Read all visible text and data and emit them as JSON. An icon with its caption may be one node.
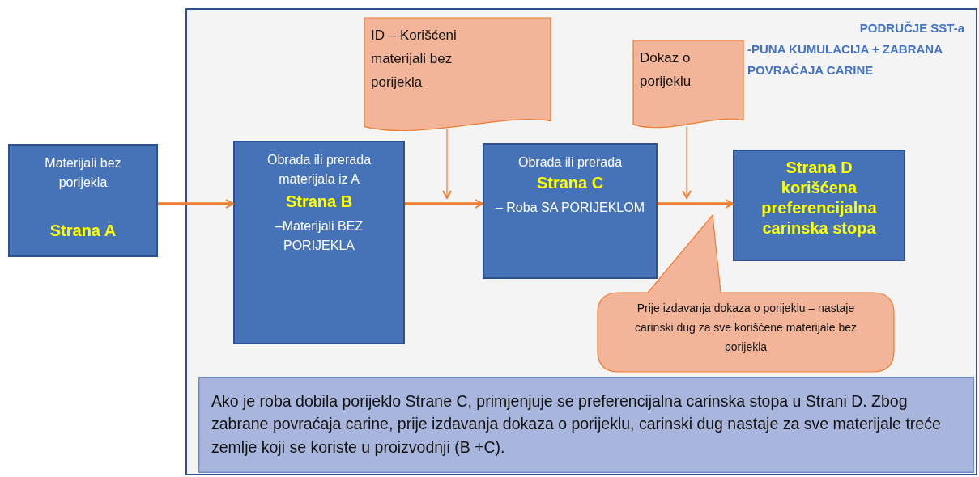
{
  "diagram": {
    "nodes": [
      {
        "text": [
          "PODRUČJE SST-a",
          "-PUNA KUMULACIJA + ZABRANA POVRAĆAJA CARINE"
        ]
      },
      {
        "text": [
          "Materijali bez porijekla",
          "Strana A"
        ]
      },
      {
        "text": [
          "Obrada ili prerada materijala iz A",
          "Strana B",
          "–Materijali BEZ PORIJEKLA"
        ],
        "in": 0
      },
      {
        "text": [
          "ID – Korišćeni materijali bez porijekla"
        ],
        "in": 0
      },
      {
        "text": [
          "Obrada ili prerada",
          "Strana C",
          "– Roba SA PORIJEKLOM"
        ],
        "in": 0
      },
      {
        "text": [
          "Dokaz o porijeklu"
        ],
        "in": 0
      },
      {
        "text": [
          "Strana D korišćena preferencijalna carinska stopa"
        ],
        "in": 0
      },
      {
        "text": [
          "Prije izdavanja dokaza o porijeklu – nastaje carinski dug za sve korišćene materijale bez porijekla"
        ],
        "in": 0
      },
      {
        "text": [
          "Ako je roba dobila porijeklo Strane C,  primjenjuje se preferencijalna carinska stopa u Strani D. Zbog zabrane povraćaja carine, prije izdavanja dokaza o porijeklu, carinski dug nastaje za sve materijale treće zemlje koji se koriste u proizvodnji (B +C)."
        ],
        "in": 0
      }
    ],
    "edges": [
      {
        "from": 1,
        "to": 2,
        "arrow": "to"
      },
      {
        "from": 2,
        "to": 4,
        "arrow": "to"
      },
      {
        "from": 4,
        "to": 6,
        "arrow": "to"
      },
      {
        "from": 3,
        "to": null,
        "arrow": "to"
      },
      {
        "from": 5,
        "to": null,
        "arrow": "to"
      }
    ]
  }
}
